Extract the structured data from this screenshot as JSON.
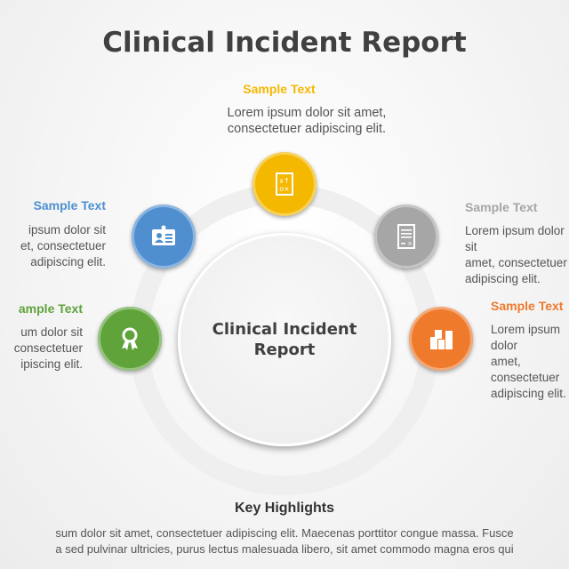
{
  "title": "Clinical Incident Report",
  "center": {
    "label": "Clinical Incident\nReport"
  },
  "colors": {
    "yellow": "#F5B800",
    "blue": "#4F8FD0",
    "gray": "#A6A6A6",
    "green": "#5FA33A",
    "orange": "#EF7A2C",
    "title": "#404040"
  },
  "items": [
    {
      "icon": "strategy-board-icon",
      "title": "Sample Text",
      "body": "Lorem  ipsum  dolor  sit  amet,\nconsectetuer  adipiscing  elit."
    },
    {
      "icon": "id-badge-icon",
      "title": "Sample Text",
      "body": "ipsum dolor sit\net, consectetuer\nadipiscing elit."
    },
    {
      "icon": "document-icon",
      "title": "Sample Text",
      "body": "Lorem  ipsum dolor sit\namet, consectetuer\nadipiscing elit."
    },
    {
      "icon": "award-ribbon-icon",
      "title": "ample Text",
      "body": "um dolor sit\nconsectetuer\nipiscing elit."
    },
    {
      "icon": "buildings-icon",
      "title": "Sample Text",
      "body": "Lorem  ipsum dolor\namet, consectetuer\nadipiscing elit."
    }
  ],
  "highlights": {
    "title": "Key Highlights",
    "text": "sum dolor sit amet, consectetuer adipiscing elit. Maecenas porttitor congue massa. Fusce\na sed pulvinar ultricies, purus lectus malesuada libero, sit amet commodo magna eros qui"
  }
}
